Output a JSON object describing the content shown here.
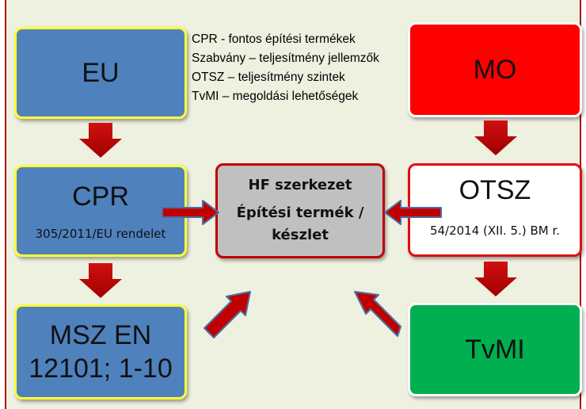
{
  "boxes": {
    "eu": {
      "title": "EU"
    },
    "mo": {
      "title": "MO"
    },
    "cpr": {
      "title": "CPR",
      "subtitle": "305/2011/EU rendelet"
    },
    "hf": {
      "line1": "HF szerkezet",
      "line2": "Építési termék /",
      "line3": "készlet"
    },
    "otsz": {
      "title": "OTSZ",
      "subtitle": "54/2014  (XII. 5.) BM r."
    },
    "msz": {
      "line1": "MSZ EN",
      "line2": "12101; 1-10"
    },
    "tvmi": {
      "title": "TvMI"
    }
  },
  "notes": [
    "CPR -  fontos építési termékek",
    "Szabvány – teljesítmény jellemzők",
    "OTSZ – teljesítmény szintek",
    "TvMI – megoldási lehetőségek"
  ],
  "colors": {
    "background": "#eef0e0",
    "blue_box": "#4f81bd",
    "blue_border": "#ffff33",
    "red_box": "#ff0000",
    "green_box": "#00b050",
    "gray_box": "#c0c0c0",
    "arrow_fill": "#c00000",
    "arrow_stroke": "#4a6fa5"
  }
}
